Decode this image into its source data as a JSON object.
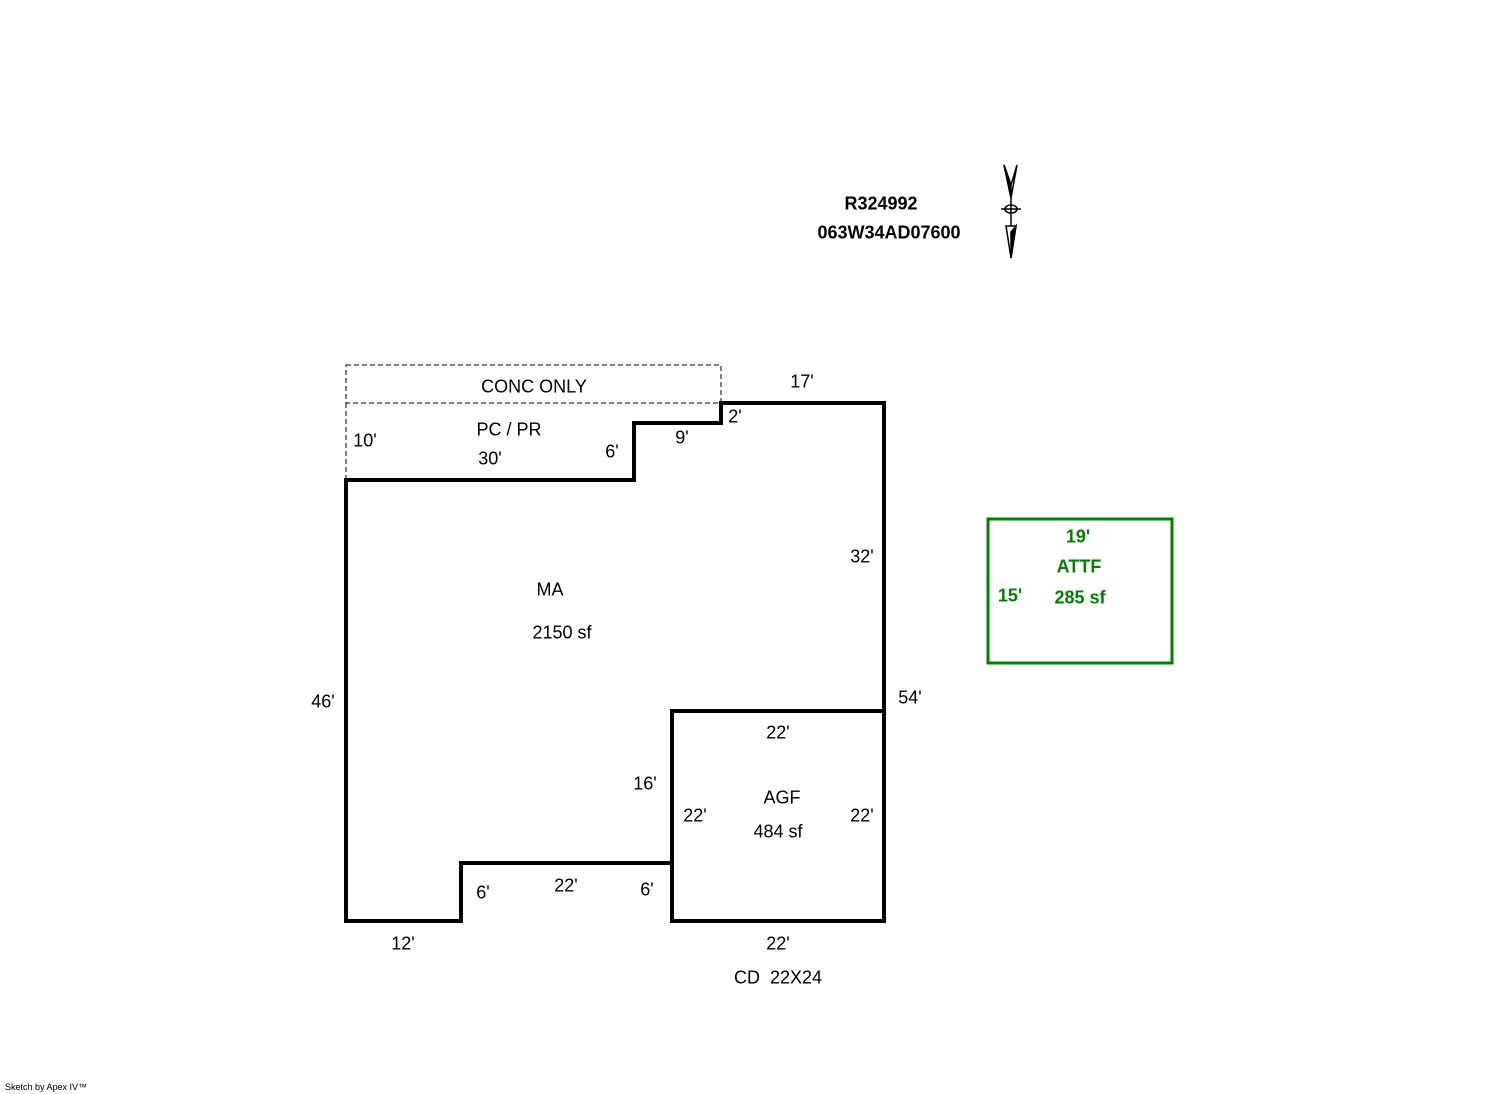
{
  "header": {
    "account": "R324992",
    "map_tax_lot": "063W34AD07600"
  },
  "areas": {
    "conc": {
      "label": "CONC ONLY"
    },
    "porch": {
      "label": "PC / PR"
    },
    "main": {
      "label": "MA",
      "area": "2150 sf"
    },
    "garage": {
      "label": "AGF",
      "area": "484 sf"
    },
    "attf": {
      "label": "ATTF",
      "area": "285 sf",
      "color": "#008000"
    }
  },
  "dimensions": {
    "porch_left": "10'",
    "porch_bottom": "30'",
    "step_6_top": "6'",
    "step_9": "9'",
    "step_2": "2'",
    "top_17": "17'",
    "right_32": "32'",
    "right_54": "54'",
    "left_46": "46'",
    "agf_top": "22'",
    "agf_left": "22'",
    "agf_right": "22'",
    "agf_bottom": "22'",
    "left_16": "16'",
    "bottom_12": "12'",
    "notch_6_left": "6'",
    "notch_22": "22'",
    "notch_6_right": "6'",
    "attf_width": "19'",
    "attf_height": "15'"
  },
  "notes": {
    "cd": "CD  22X24"
  },
  "footer": {
    "credit": "Sketch by Apex IV™"
  }
}
